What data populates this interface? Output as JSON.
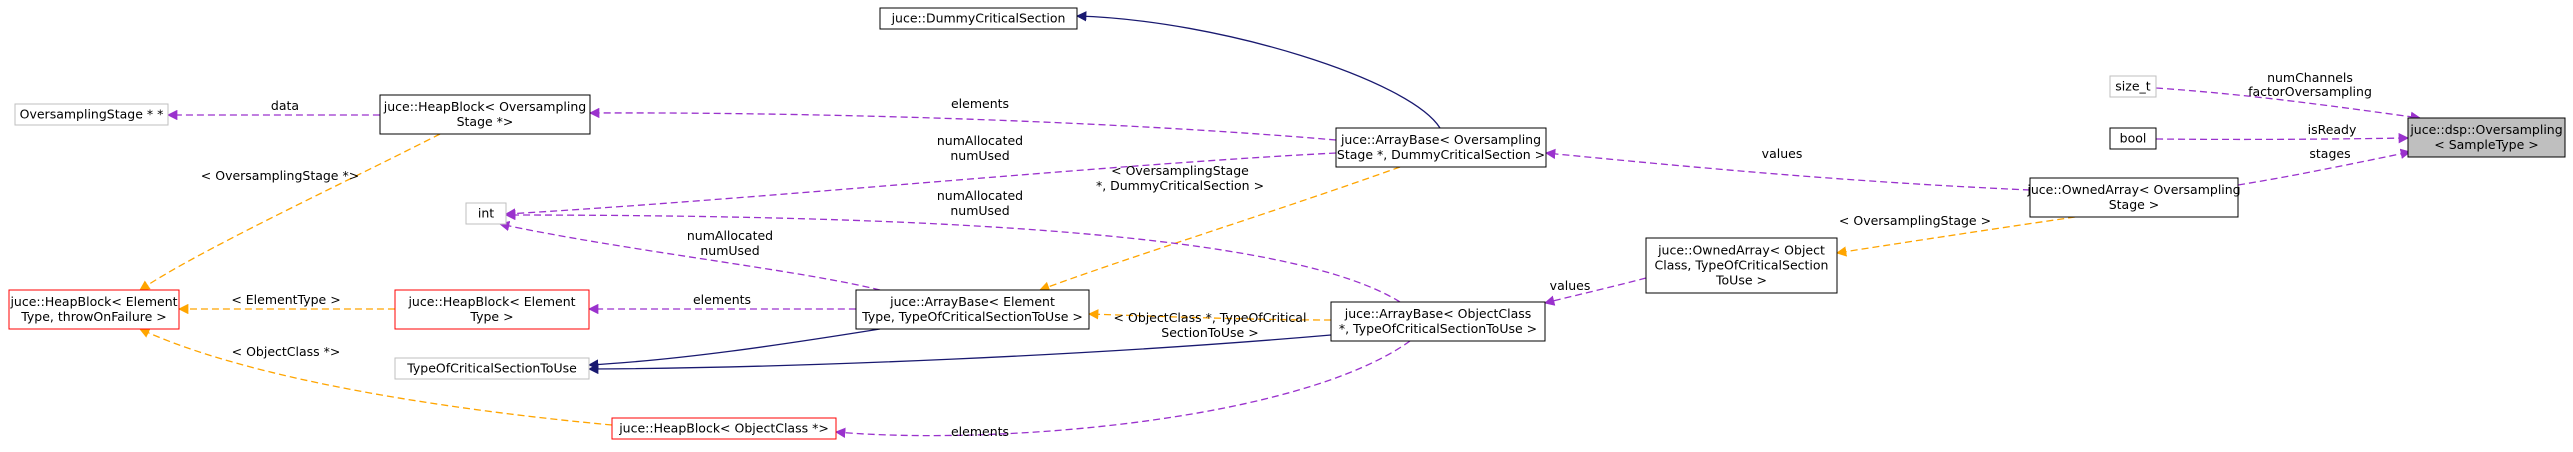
{
  "colors": {
    "background": "#ffffff",
    "box_black": "#000000",
    "box_gray": "#bfbfbf",
    "box_red": "#ff0000",
    "box_highlight_fill": "#bfbfbf",
    "edge_inherit": "#191970",
    "edge_usage": "#9a32cd",
    "edge_template": "#ffa500"
  },
  "nodes": [
    {
      "id": "oversampling",
      "lines": [
        "juce::dsp::Oversampling",
        "< SampleType >"
      ],
      "style": "highlight"
    },
    {
      "id": "size_t",
      "lines": [
        "size_t"
      ],
      "style": "gray"
    },
    {
      "id": "bool",
      "lines": [
        "bool"
      ],
      "style": "black"
    },
    {
      "id": "ownedarray_os",
      "lines": [
        "juce::OwnedArray< Oversampling",
        "Stage >"
      ],
      "style": "black"
    },
    {
      "id": "ownedarray_obj",
      "lines": [
        "juce::OwnedArray< Object",
        "Class, TypeOfCriticalSection",
        "ToUse >"
      ],
      "style": "black"
    },
    {
      "id": "arraybase_os",
      "lines": [
        "juce::ArrayBase< Oversampling",
        "Stage *, DummyCriticalSection >"
      ],
      "style": "black"
    },
    {
      "id": "dummy_cs",
      "lines": [
        "juce::DummyCriticalSection"
      ],
      "style": "black"
    },
    {
      "id": "heapblock_os",
      "lines": [
        "juce::HeapBlock< Oversampling",
        "Stage *>"
      ],
      "style": "black"
    },
    {
      "id": "os_stage_ptr",
      "lines": [
        "OversamplingStage * *"
      ],
      "style": "gray"
    },
    {
      "id": "int",
      "lines": [
        "int"
      ],
      "style": "gray"
    },
    {
      "id": "heapblock_el",
      "lines": [
        "juce::HeapBlock< Element",
        "Type, throwOnFailure >"
      ],
      "style": "red"
    },
    {
      "id": "heapblock_et",
      "lines": [
        "juce::HeapBlock< Element",
        "Type >"
      ],
      "style": "red"
    },
    {
      "id": "arraybase_el",
      "lines": [
        "juce::ArrayBase< Element",
        "Type, TypeOfCriticalSectionToUse >"
      ],
      "style": "black"
    },
    {
      "id": "arraybase_obj",
      "lines": [
        "juce::ArrayBase< ObjectClass",
        "*, TypeOfCriticalSectionToUse >"
      ],
      "style": "black"
    },
    {
      "id": "typeofcs",
      "lines": [
        "TypeOfCriticalSectionToUse"
      ],
      "style": "gray"
    },
    {
      "id": "heapblock_obj",
      "lines": [
        "juce::HeapBlock< ObjectClass *>"
      ],
      "style": "red"
    }
  ],
  "edges": [
    {
      "id": "size_t-to-oversampling",
      "kind": "usage",
      "label": []
    },
    {
      "id": "bool-to-oversampling",
      "kind": "usage",
      "label": [
        "isReady"
      ]
    },
    {
      "id": "ownedarray_os-to-oversampling",
      "kind": "usage",
      "label": [
        "stages"
      ]
    },
    {
      "id": "arraybase_os-to-ownedarray_os",
      "kind": "usage",
      "label": [
        "values"
      ]
    },
    {
      "id": "ownedarray_obj-to-ownedarray_os",
      "kind": "template",
      "label": [
        "< OversamplingStage >"
      ]
    },
    {
      "id": "arraybase_obj-to-ownedarray_obj",
      "kind": "usage",
      "label": [
        "values"
      ]
    },
    {
      "id": "dummy_cs-to-arraybase_os",
      "kind": "inherit",
      "label": []
    },
    {
      "id": "heapblock_os-to-arraybase_os",
      "kind": "usage",
      "label": [
        "elements"
      ]
    },
    {
      "id": "int-to-arraybase_os",
      "kind": "usage",
      "label": [
        "numAllocated",
        "numUsed"
      ]
    },
    {
      "id": "arraybase_el-to-arraybase_os",
      "kind": "template",
      "label": [
        "< OversamplingStage",
        "*, DummyCriticalSection >"
      ]
    },
    {
      "id": "os_stage_ptr-to-heapblock_os",
      "kind": "usage",
      "label": [
        "data"
      ]
    },
    {
      "id": "heapblock_el-to-heapblock_os",
      "kind": "template",
      "label": [
        "< OversamplingStage *>"
      ]
    },
    {
      "id": "int-to-arraybase_el",
      "kind": "usage",
      "label": [
        "numAllocated",
        "numUsed"
      ]
    },
    {
      "id": "heapblock_et-to-arraybase_el",
      "kind": "usage",
      "label": [
        "elements"
      ]
    },
    {
      "id": "heapblock_el-to-heapblock_et",
      "kind": "template",
      "label": [
        "< ElementType >"
      ]
    },
    {
      "id": "typeofcs-to-arraybase_el",
      "kind": "inherit",
      "label": []
    },
    {
      "id": "int-to-arraybase_obj",
      "kind": "usage",
      "label": [
        "numAllocated",
        "numUsed"
      ]
    },
    {
      "id": "arraybase_el-to-arraybase_obj",
      "kind": "template",
      "label": [
        "< ObjectClass *, TypeOfCritical",
        "SectionToUse >"
      ]
    },
    {
      "id": "typeofcs-to-arraybase_obj",
      "kind": "inherit",
      "label": []
    },
    {
      "id": "heapblock_obj-to-arraybase_obj",
      "kind": "usage",
      "label": [
        "elements"
      ]
    },
    {
      "id": "heapblock_el-to-heapblock_obj",
      "kind": "template",
      "label": [
        "< ObjectClass *>"
      ]
    }
  ],
  "extra_labels": [
    {
      "id": "size_t-usage-label",
      "lines": [
        "numChannels",
        "factorOversampling"
      ]
    }
  ]
}
